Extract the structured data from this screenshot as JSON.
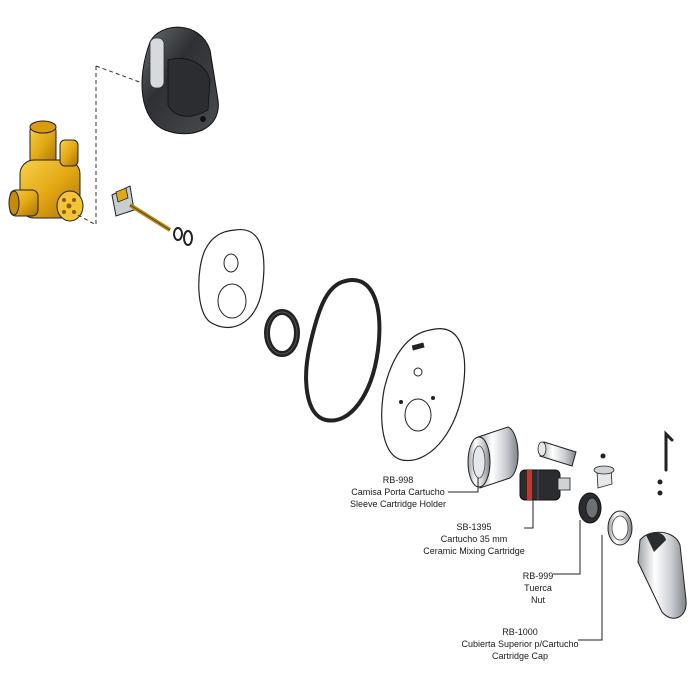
{
  "labels": {
    "sleeve": {
      "code": "RB-998",
      "spanish": "Camisa Porta Cartucho",
      "english": "Sleeve Cartridge Holder"
    },
    "cartridge": {
      "code": "SB-1395",
      "spanish": "Cartucho 35 mm",
      "english": "Ceramic Mixing Cartridge"
    },
    "nut": {
      "code": "RB-999",
      "spanish": "Tuerca",
      "english": "Nut"
    },
    "cap": {
      "code": "RB-1000",
      "spanish": "Cubierta Superior p/Cartucho",
      "english": "Cartridge Cap"
    }
  },
  "colors": {
    "brass": "#e8b31f",
    "brass_dark": "#b07c08",
    "chrome": "#cfd3d6",
    "dark_handle": "#3a3d40",
    "cartridge_red": "#c0392b",
    "outline": "#222222"
  }
}
